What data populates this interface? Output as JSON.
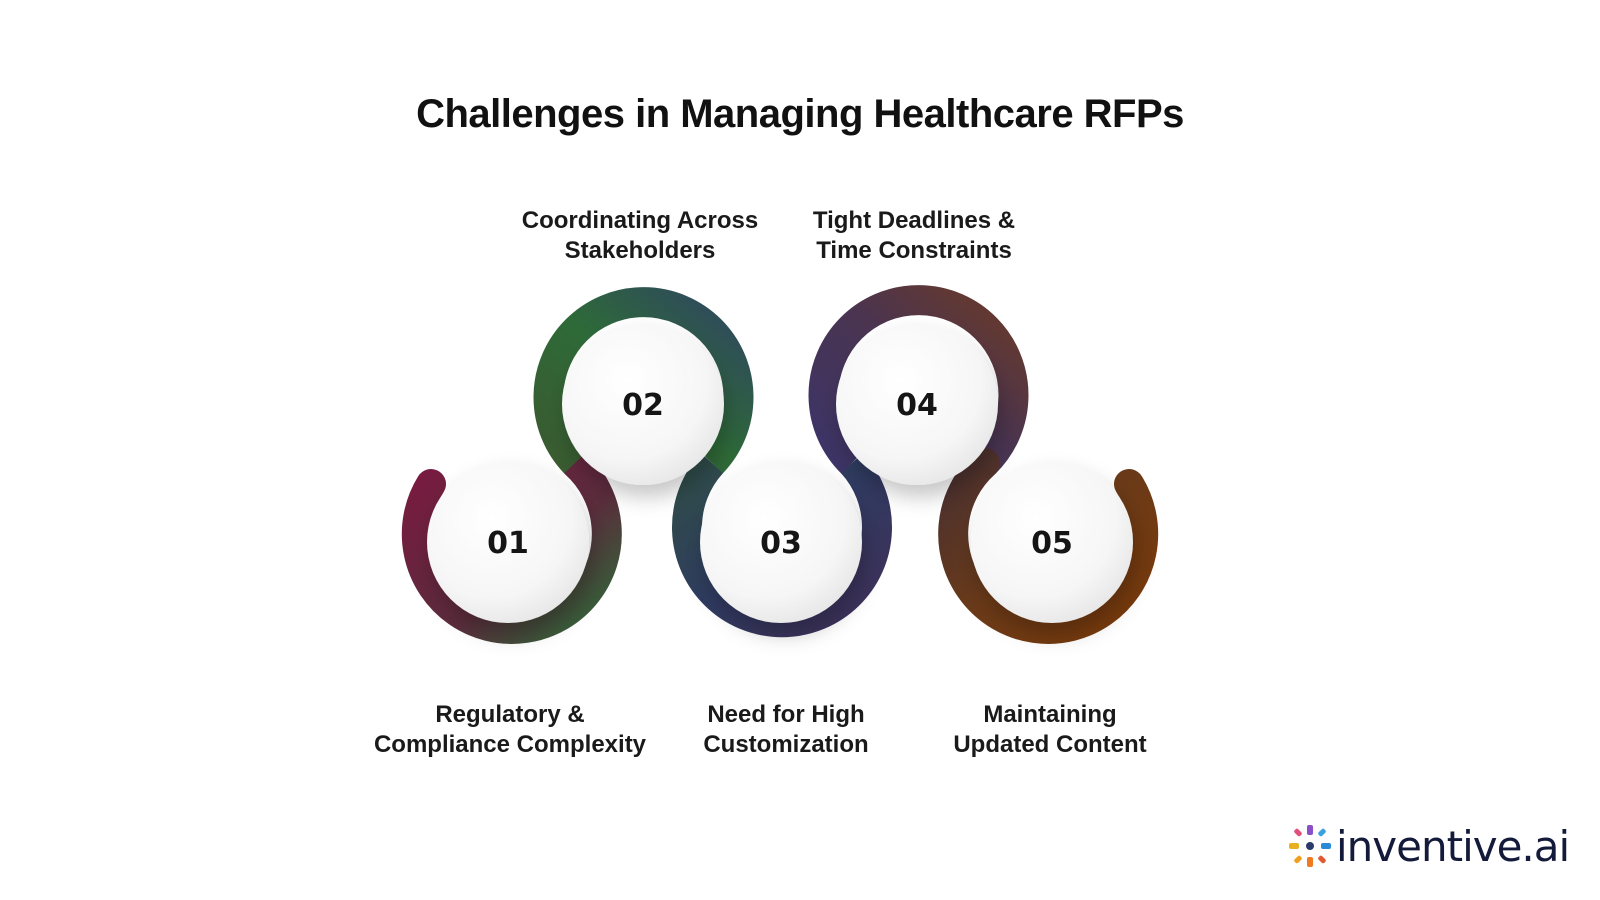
{
  "title": "Challenges in Managing Healthcare RFPs",
  "steps": [
    {
      "number": "01",
      "label": "Regulatory &\nCompliance Complexity"
    },
    {
      "number": "02",
      "label": "Coordinating Across\nStakeholders"
    },
    {
      "number": "03",
      "label": "Need for High\nCustomization"
    },
    {
      "number": "04",
      "label": "Tight Deadlines &\nTime Constraints"
    },
    {
      "number": "05",
      "label": "Maintaining\nUpdated  Content"
    }
  ],
  "colors": {
    "step1": "#7a1a40",
    "step2": "#2e6a38",
    "step3": "#343a6e",
    "step4": "#3c3468",
    "step5": "#7a3a0a",
    "logo_text": "#141a3a"
  },
  "logo": {
    "text": "inventive.ai",
    "icon": "pinwheel-icon"
  }
}
